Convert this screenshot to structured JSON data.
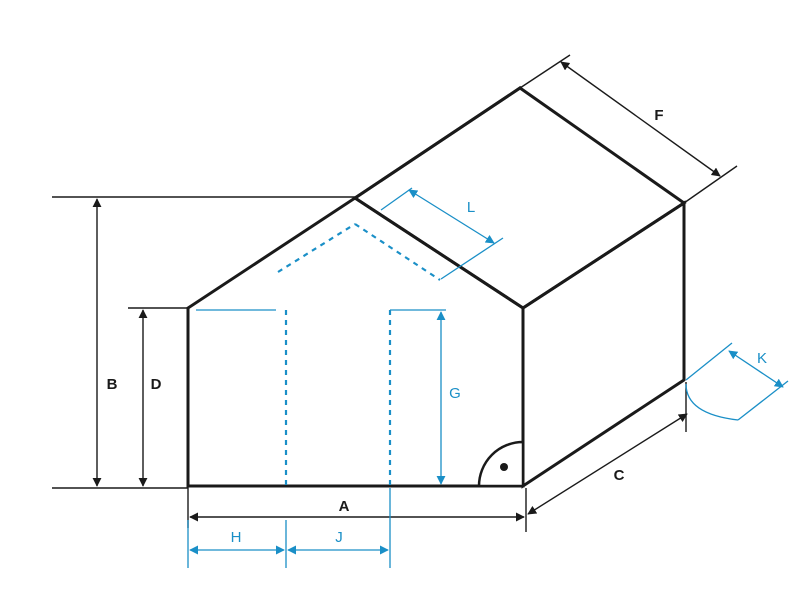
{
  "dimensions": {
    "A": "A",
    "B": "B",
    "C": "C",
    "D": "D",
    "F": "F",
    "G": "G",
    "H": "H",
    "J": "J",
    "K": "K",
    "L": "L"
  },
  "colors": {
    "outline": "#1a1a1a",
    "dimension_blue": "#1a8fc7"
  }
}
